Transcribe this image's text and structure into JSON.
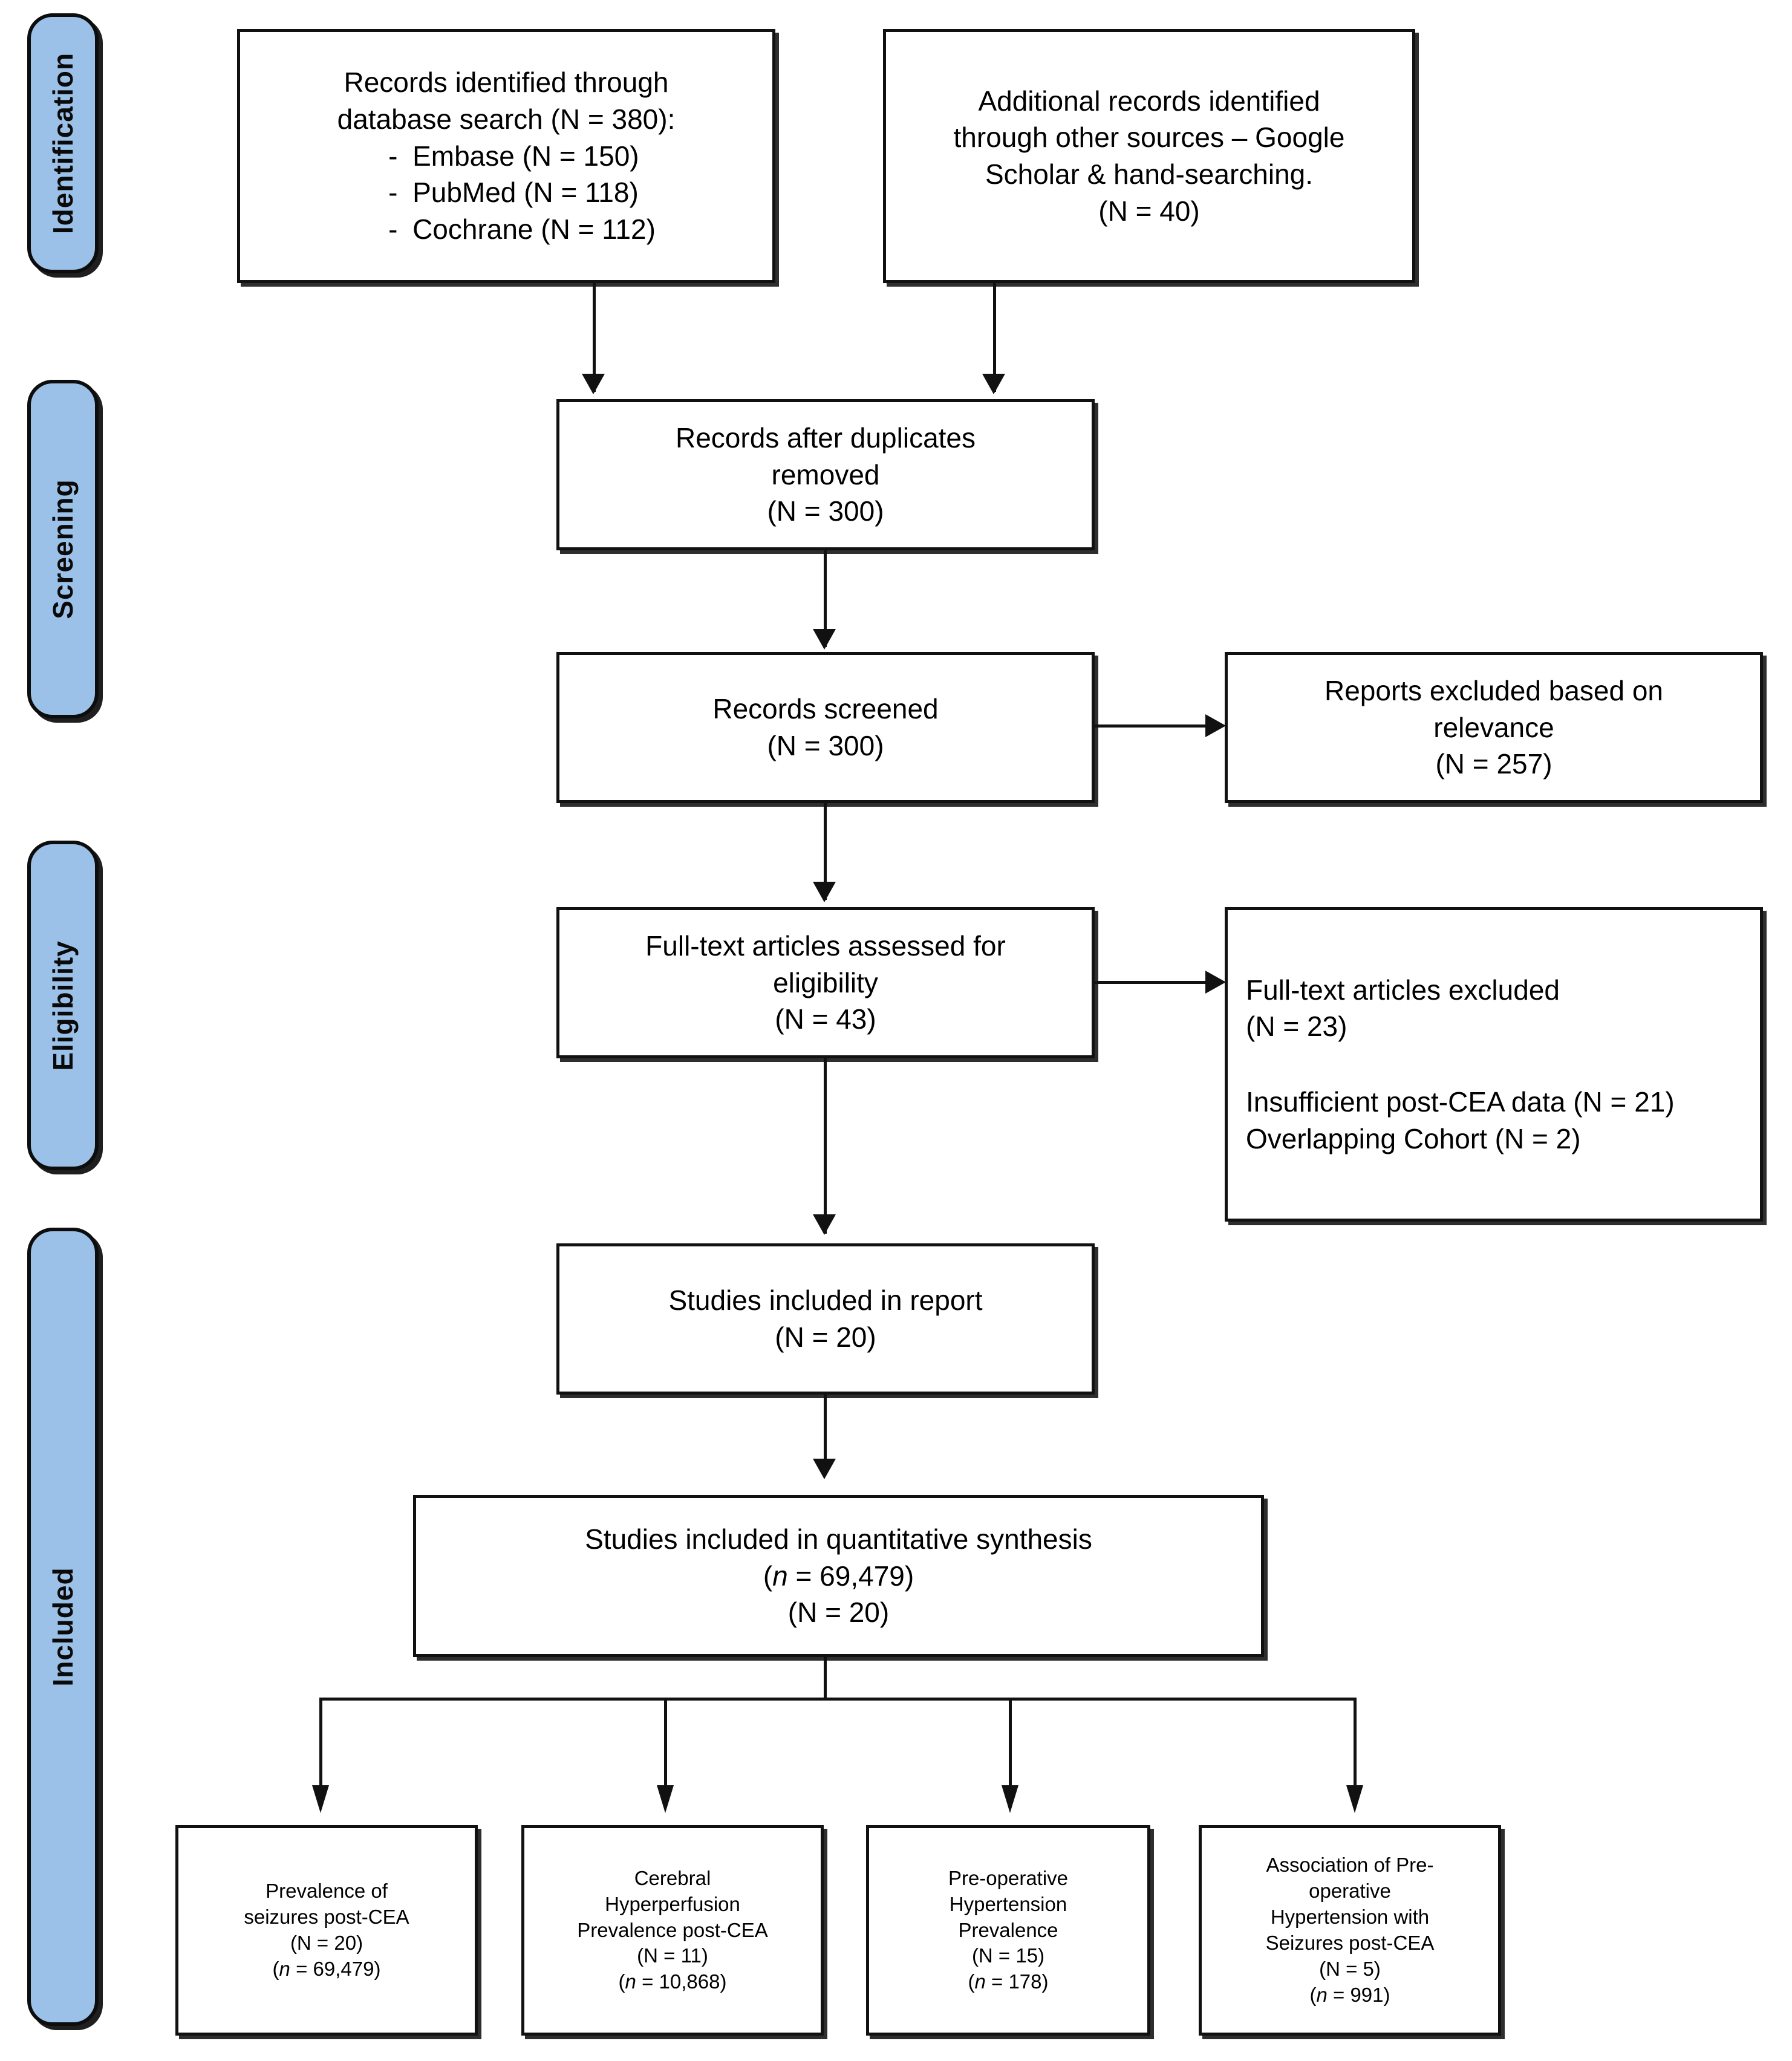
{
  "diagram": {
    "type": "prisma-flow-diagram",
    "stages": [
      {
        "id": "identification",
        "label": "Identification"
      },
      {
        "id": "screening",
        "label": "Screening"
      },
      {
        "id": "eligibility",
        "label": "Eligibility"
      },
      {
        "id": "included",
        "label": "Included"
      }
    ],
    "boxes": {
      "db_search": {
        "line1": "Records identified through",
        "line2": "database search (N = 380):",
        "bullets": [
          "Embase (N = 150)",
          "PubMed (N = 118)",
          "Cochrane (N = 112)"
        ],
        "bullet_marker": "-"
      },
      "other_sources": {
        "line1": "Additional records identified",
        "line2": "through other sources – Google",
        "line3": "Scholar & hand-searching.",
        "line4": "(N = 40)"
      },
      "duplicates_removed": {
        "line1": "Records after duplicates",
        "line2": "removed",
        "line3": "(N = 300)"
      },
      "records_screened": {
        "line1": "Records screened",
        "line2": "(N = 300)"
      },
      "reports_excluded": {
        "line1": "Reports excluded based on",
        "line2": "relevance",
        "line3": "(N = 257)"
      },
      "fulltext_assessed": {
        "line1": "Full-text articles assessed for",
        "line2": "eligibility",
        "line3": "(N = 43)"
      },
      "fulltext_excluded": {
        "line1": "Full-text articles excluded",
        "line2": "(N = 23)",
        "line3": "Insufficient post-CEA data (N = 21)",
        "line4": "Overlapping Cohort (N = 2)"
      },
      "studies_included_report": {
        "line1": "Studies included in report",
        "line2": "(N = 20)"
      },
      "quantitative_synthesis": {
        "line1": "Studies included in quantitative synthesis",
        "line2_pre": "(",
        "line2_italic": "n",
        "line2_post": " = 69,479)",
        "line3": "(N = 20)"
      }
    },
    "outcomes": [
      {
        "id": "seizure-prevalence",
        "line1": "Prevalence of",
        "line2": "seizures post-CEA",
        "line3": "(N = 20)",
        "line4_italic": "n",
        "line4_post": " = 69,479"
      },
      {
        "id": "cerebral-hyperperfusion",
        "line1": "Cerebral",
        "line2": "Hyperperfusion",
        "line3": "Prevalence post-CEA",
        "line4": "(N = 11)",
        "line5_italic": "n",
        "line5_post": " = 10,868"
      },
      {
        "id": "preop-hypertension-prevalence",
        "line1": "Pre-operative",
        "line2": "Hypertension",
        "line3": "Prevalence",
        "line4": "(N = 15)",
        "line5_italic": "n",
        "line5_post": " = 178"
      },
      {
        "id": "association-htn-seizures",
        "line1": "Association of Pre-",
        "line2": "operative",
        "line3": "Hypertension with",
        "line4": "Seizures post-CEA",
        "line5": "(N = 5)",
        "line6_italic": "n",
        "line6_post": " = 991"
      }
    ],
    "colors": {
      "stage_tab_fill": "#9BC1E8",
      "stroke": "#111111",
      "box_fill": "#FFFFFF"
    }
  }
}
